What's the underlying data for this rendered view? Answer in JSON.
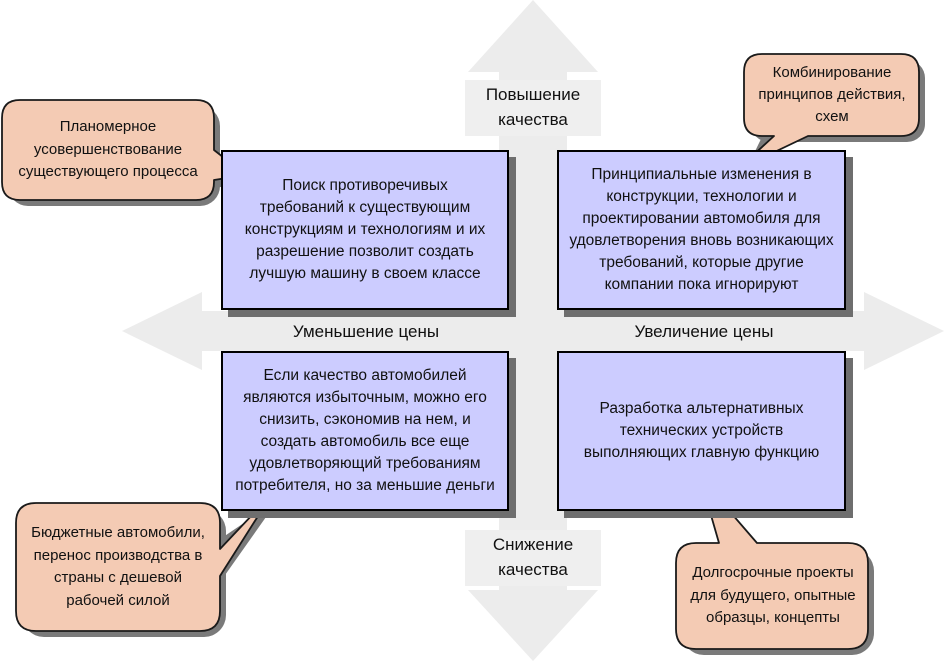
{
  "axes": {
    "up": [
      "Повышение",
      "качества"
    ],
    "down": [
      "Снижение",
      "качества"
    ],
    "left": "Уменьшение цены",
    "right": "Увеличение цены"
  },
  "quadrants": {
    "top_left": "Поиск противоречивых требований к существующим конструкциям и технологиям и их разрешение позволит создать лучшую машину в своем классе",
    "top_right": "Принципиальные изменения в конструкции, технологии и проектировании автомобиля для удовлетворения вновь возникающих требований, которые другие компании пока игнорируют",
    "bottom_left": "Если качество автомобилей являются избыточным, можно его снизить, сэкономив на нем, и создать автомобиль все еще удовлетворяющий требованиям потребителя, но за меньшие деньги",
    "bottom_right": "Разработка альтернативных технических устройств выполняющих главную функцию"
  },
  "callouts": {
    "top_left": "Планомерное усовершенствование существующего процесса",
    "top_right": "Комбинирование принципов действия, схем",
    "bottom_left": "Бюджетные автомобили, перенос производства в страны с дешевой рабочей силой",
    "bottom_right": "Долгосрочные проекты для будущего, опытные образцы, концепты"
  },
  "colors": {
    "arrow": "#ececec",
    "quadrant_fill": "#ccccff",
    "callout_fill": "#f4cbb4",
    "shadow": "#6e6e6e"
  }
}
